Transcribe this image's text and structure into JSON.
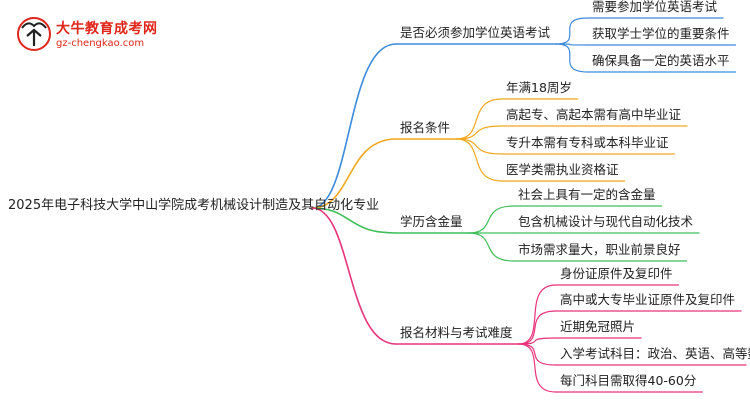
{
  "logo": {
    "title": "大牛教育成考网",
    "url": "gz-chengkao.com"
  },
  "root": {
    "label": "2025年电子科技大学中山学院成考机械设计制造及其自动化专业"
  },
  "branches": [
    {
      "label": "是否必须参加学位英语考试",
      "color": "#3d8bdc",
      "children": [
        "需要参加学位英语考试",
        "获取学士学位的重要条件",
        "确保具备一定的英语水平"
      ]
    },
    {
      "label": "报名条件",
      "color": "#f2a81d",
      "children": [
        "年满18周岁",
        "高起专、高起本需有高中毕业证",
        "专升本需有专科或本科毕业证",
        "医学类需执业资格证"
      ]
    },
    {
      "label": "学历含金量",
      "color": "#3fbf5a",
      "children": [
        "社会上具有一定的含金量",
        "包含机械设计与现代自动化技术",
        "市场需求量大，职业前景良好"
      ]
    },
    {
      "label": "报名材料与考试难度",
      "color": "#e8337a",
      "children": [
        "身份证原件及复印件",
        "高中或大专毕业证原件及复印件",
        "近期免冠照片",
        "入学考试科目：政治、英语、高等数学",
        "每门科目需取得40-60分"
      ]
    }
  ]
}
